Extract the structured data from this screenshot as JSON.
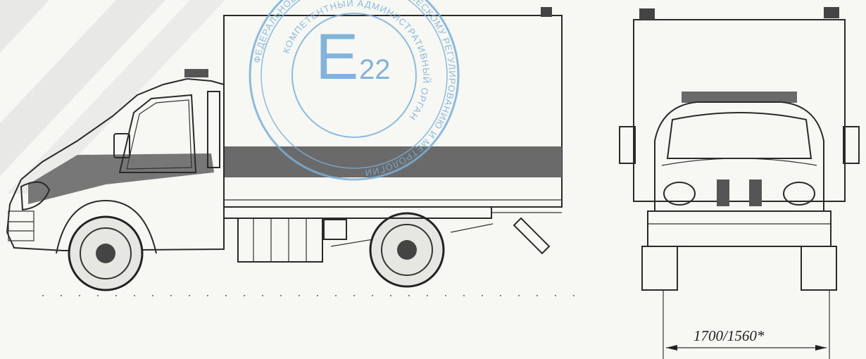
{
  "stamp": {
    "letter": "E",
    "number": "22",
    "outer_text": "ФЕДЕРАЛЬНОЕ АГЕНТСТВО ПО ТЕХНИЧЕСКОМУ РЕГУЛИРОВАНИЮ И МЕТРОЛОГИИ",
    "inner_text": "КОМПЕТЕНТНЫЙ АДМИНИСТРАТИВНЫЙ ОРГАН",
    "color": "#6fa8d6"
  },
  "dimensions": {
    "rear_track": "1700/1560*"
  },
  "watermark": {
    "color": "#d9d9d9"
  }
}
